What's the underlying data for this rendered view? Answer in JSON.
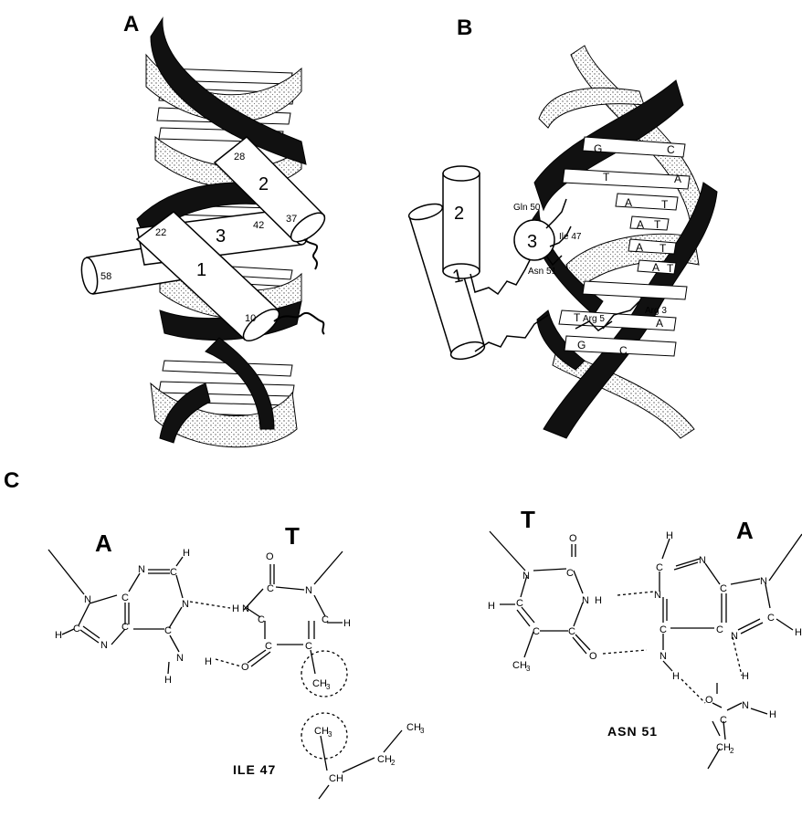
{
  "panels": {
    "a": "A",
    "b": "B",
    "c": "C"
  },
  "panel_a": {
    "helix_numbers": [
      "1",
      "2",
      "3"
    ],
    "residue_numbers": [
      "28",
      "37",
      "22",
      "42",
      "58",
      "10"
    ]
  },
  "panel_b": {
    "helix_numbers": [
      "1",
      "2",
      "3"
    ],
    "base_pairs": [
      {
        "left": "G",
        "right": "C"
      },
      {
        "left": "T",
        "right": "A"
      },
      {
        "left": "A",
        "right": "T"
      },
      {
        "left": "A",
        "right": "T"
      },
      {
        "left": "A",
        "right": "T"
      },
      {
        "left": "A",
        "right": "T"
      },
      {
        "left": "T",
        "right": "A"
      },
      {
        "left": "G",
        "right": "C"
      }
    ],
    "residues": [
      "Gln 50",
      "Ile 47",
      "Asn 51",
      "Arg 5",
      "Arg 3"
    ]
  },
  "panel_c": {
    "left_pair": {
      "base1": "A",
      "base2": "T",
      "residue": "ILE 47"
    },
    "right_pair": {
      "base1": "T",
      "base2": "A",
      "residue": "ASN 51"
    },
    "atoms": {
      "C": "C",
      "N": "N",
      "O": "O",
      "H": "H",
      "CH": "CH",
      "CH2": "CH",
      "CH3": "CH",
      "sub2": "2",
      "sub3": "3"
    }
  }
}
